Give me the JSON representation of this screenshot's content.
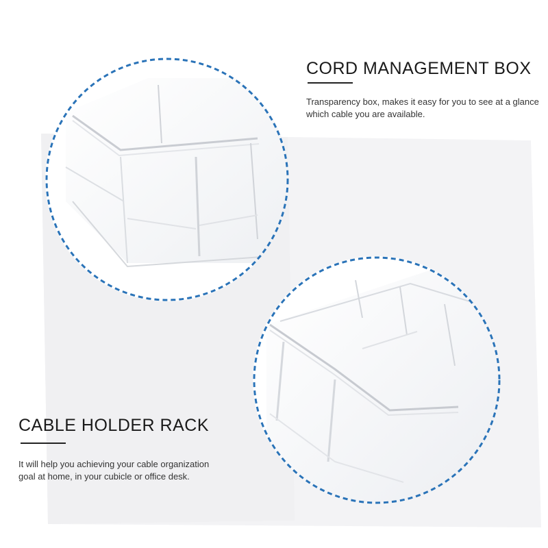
{
  "sections": [
    {
      "title": "CORD MANAGEMENT BOX",
      "description": "Transparency box, makes it easy for you to see at a glance which cable you are available."
    },
    {
      "title": "CABLE HOLDER RACK",
      "description": "It will help you achieving your cable organization goal at home, in your cubicle or office desk."
    }
  ],
  "colors": {
    "dashed_ring": "#2a73b8",
    "background_panel": "#f2f2f4",
    "text": "#1a1a1a"
  }
}
